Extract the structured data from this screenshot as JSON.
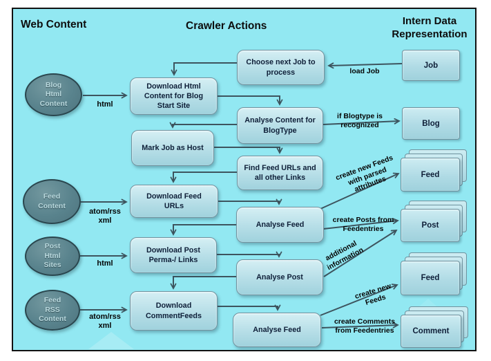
{
  "palette": {
    "diagram_bg": "#92e8f2",
    "frame_border": "#121212",
    "box_fill_top": "#d5eff4",
    "box_fill_bottom": "#a0d2dd",
    "box_border": "#72929e",
    "oval_fill": "#59838d",
    "oval_border": "#2a464e",
    "oval_text": "#b9d8dd",
    "arrow": "#3d545e",
    "box_text": "#0f1f38"
  },
  "titles": {
    "web_content": "Web Content",
    "crawler_actions": "Crawler Actions",
    "intern_data": "Intern Data\nRepresentation"
  },
  "sources": [
    {
      "label": "Blog\nHtml\nContent"
    },
    {
      "label": "Feed\nContent"
    },
    {
      "label": "Post\nHtml\nSites"
    },
    {
      "label": "Feed\nRSS\nContent"
    }
  ],
  "actions": [
    {
      "label": "Choose next Job to\nprocess"
    },
    {
      "label": "Download Html\nContent for Blog\nStart Site"
    },
    {
      "label": "Analyse Content for\nBlogType"
    },
    {
      "label": "Mark Job as Host"
    },
    {
      "label": "Find Feed URLs and\nall other Links"
    },
    {
      "label": "Download Feed\nURLs"
    },
    {
      "label": "Analyse Feed"
    },
    {
      "label": "Download Post\nPerma-/ Links"
    },
    {
      "label": "Analyse Post"
    },
    {
      "label": "Download\nCommentFeeds"
    },
    {
      "label": "Analyse Feed"
    }
  ],
  "entities": [
    {
      "label": "Job",
      "stacked": false
    },
    {
      "label": "Blog",
      "stacked": false
    },
    {
      "label": "Feed",
      "stacked": true
    },
    {
      "label": "Post",
      "stacked": true
    },
    {
      "label": "Feed",
      "stacked": true
    },
    {
      "label": "Comment",
      "stacked": true
    }
  ],
  "edge_labels": [
    {
      "label": "html"
    },
    {
      "label": "atom/rss\nxml"
    },
    {
      "label": "html"
    },
    {
      "label": "atom/rss\nxml"
    },
    {
      "label": "load Job"
    },
    {
      "label": "if Blogtype is\nrecognized"
    },
    {
      "label": "create new Feeds\nwith parsed\nattributes"
    },
    {
      "label": "create Posts from\nFeedentries"
    },
    {
      "label": "additional\ninformation"
    },
    {
      "label": "create new\nFeeds"
    },
    {
      "label": "create Comments\nfrom Feedentries"
    }
  ]
}
